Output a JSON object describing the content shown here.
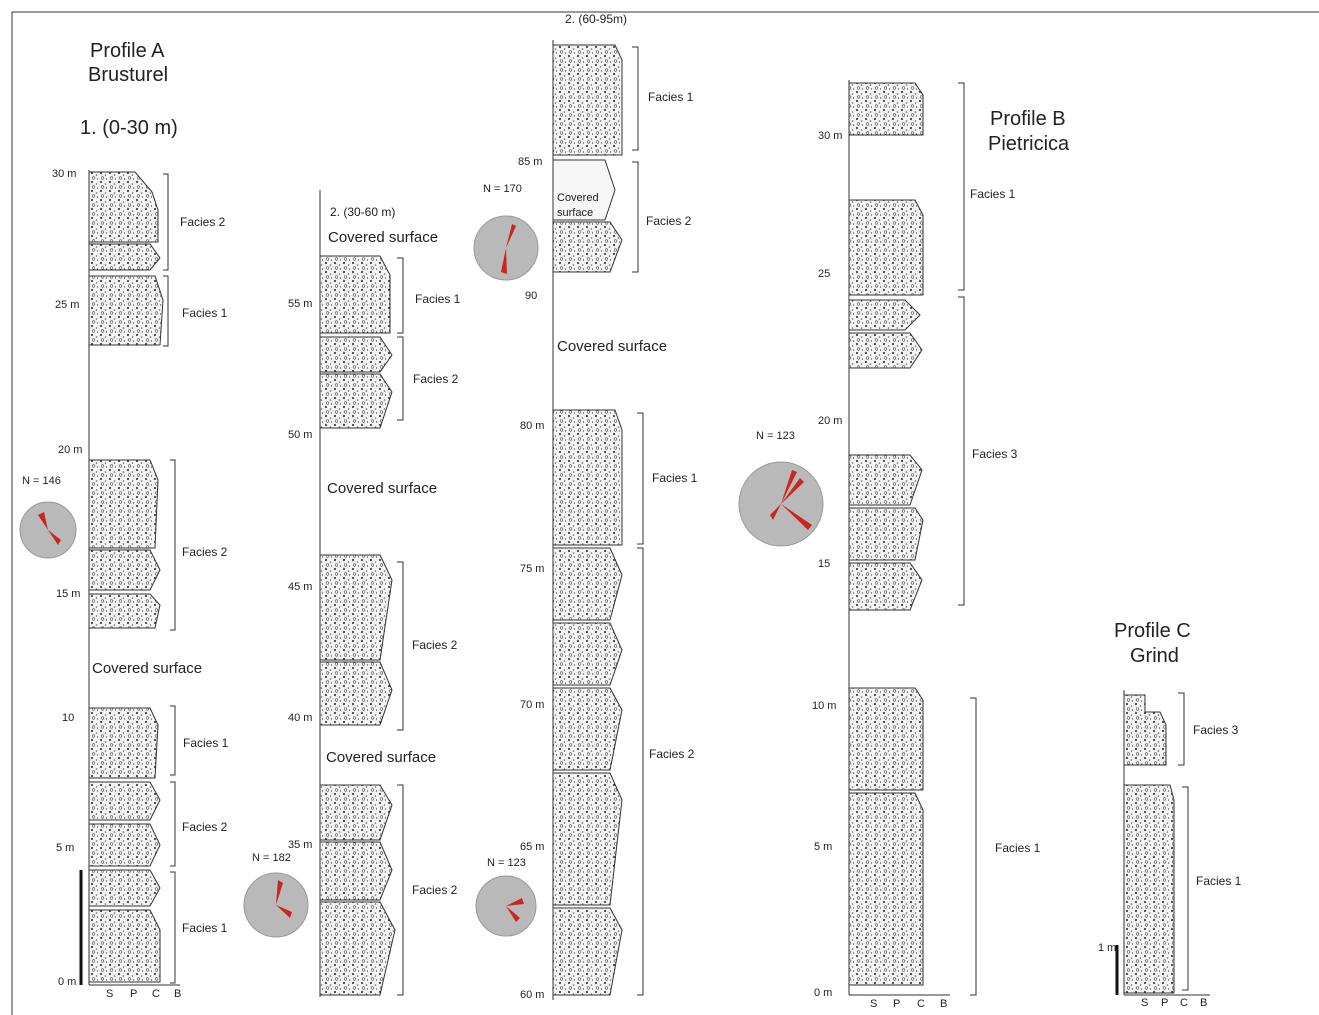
{
  "profiles": {
    "a": {
      "title_line1": "Profile A",
      "title_line2": "Brusturel"
    },
    "b": {
      "title_line1": "Profile B",
      "title_line2": "Pietricica"
    },
    "c": {
      "title_line1": "Profile C",
      "title_line2": "Grind"
    }
  },
  "sections": {
    "s1": "1. (0-30 m)",
    "s2": "2. (30-60 m)",
    "s3": "2. (60-95m)"
  },
  "facies_labels": {
    "f1": "Facies 1",
    "f2": "Facies 2",
    "f3": "Facies 3"
  },
  "covered_surface": "Covered surface",
  "covered_surface_small": [
    "Covered",
    "surface"
  ],
  "grain_axis": [
    "S",
    "P",
    "C",
    "B"
  ],
  "scale_labels": {
    "a": [
      "30 m",
      "25 m",
      "20 m",
      "15 m",
      "10",
      "5 m",
      "0 m"
    ],
    "a2": [
      "55 m",
      "50 m",
      "45 m",
      "40 m",
      "35 m"
    ],
    "a3": [
      "90",
      "85 m",
      "80 m",
      "75 m",
      "70 m",
      "65 m",
      "60 m"
    ],
    "b": [
      "30 m",
      "25",
      "20 m",
      "15",
      "10 m",
      "5 m",
      "0 m"
    ],
    "c": [
      "1 m"
    ]
  },
  "rose_diagrams": [
    {
      "label": "N = 146",
      "column": "A"
    },
    {
      "label": "N = 182",
      "column": "A2"
    },
    {
      "label": "N = 170",
      "column": "A3"
    },
    {
      "label": "N = 123",
      "column": "A3"
    },
    {
      "label": "N = 123",
      "column": "B"
    }
  ],
  "colors": {
    "rose_fill": "#b9b9b9",
    "rose_petals": "#c8261e",
    "line": "#333333",
    "texture": "#555555"
  }
}
